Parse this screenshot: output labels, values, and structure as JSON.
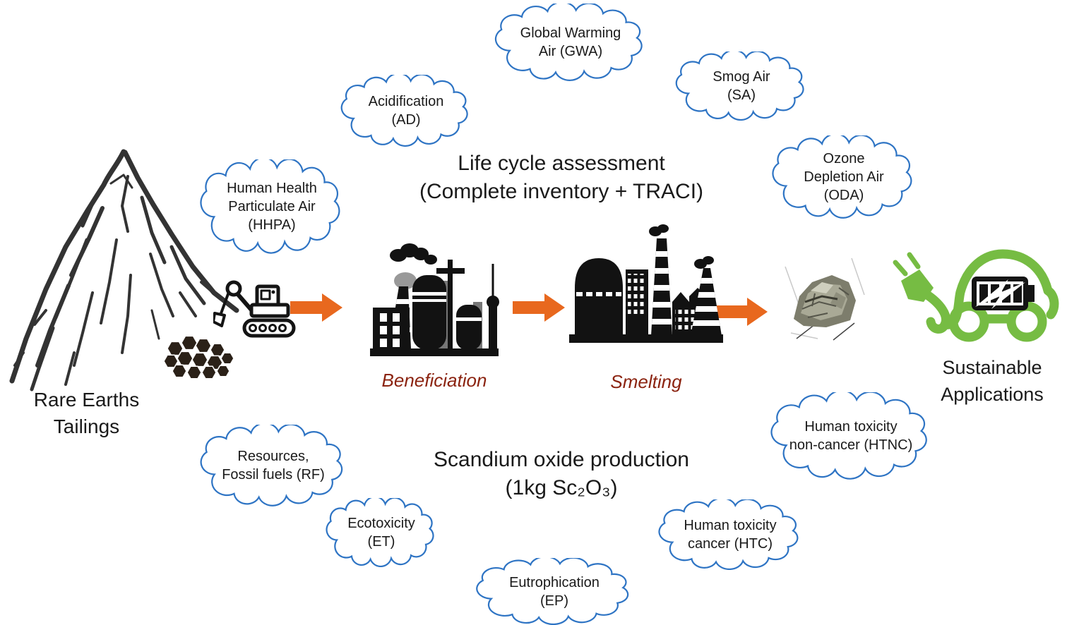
{
  "figure": {
    "title_line1": "Life cycle assessment",
    "title_line2": "(Complete inventory + TRACI)",
    "production_line1": "Scandium oxide production",
    "production_line2": "(1kg Sc₂O₃)"
  },
  "source_label": {
    "line1": "Rare Earths",
    "line2": "Tailings"
  },
  "stage_labels": {
    "beneficiation": "Beneficiation",
    "smelting": "Smelting"
  },
  "destination_label": {
    "line1": "Sustainable",
    "line2": "Applications"
  },
  "impact_clouds": {
    "gwa": {
      "line1": "Global Warming",
      "line2": "Air (GWA)"
    },
    "sa": {
      "line1": "Smog Air",
      "line2": "(SA)"
    },
    "ad": {
      "line1": "Acidification",
      "line2": "(AD)"
    },
    "oda": {
      "line1": "Ozone",
      "line2": "Depletion Air",
      "line3": "(ODA)"
    },
    "hhpa": {
      "line1": "Human Health",
      "line2": "Particulate Air",
      "line3": "(HHPA)"
    },
    "rf": {
      "line1": "Resources,",
      "line2": "Fossil fuels (RF)"
    },
    "et": {
      "line1": "Ecotoxicity",
      "line2": "(ET)"
    },
    "ep": {
      "line1": "Eutrophication",
      "line2": "(EP)"
    },
    "htc": {
      "line1": "Human toxicity",
      "line2": "cancer (HTC)"
    },
    "htnc": {
      "line1": "Human toxicity",
      "line2": "non-cancer (HTNC)"
    }
  },
  "icons": {
    "mountain": "mountain-sketch-icon",
    "excavator": "excavator-icon",
    "ore_pile": "ore-pile-icon",
    "beneficiation_plant": "factory-icon",
    "smelting_plant": "factory-icon",
    "scandium_sample": "mineral-sample-image",
    "electric_car": "electric-car-icon",
    "plug": "charging-plug-icon",
    "battery": "battery-icon",
    "flow_arrow": "right-block-arrow-icon"
  },
  "colors": {
    "cloud_stroke": "#2E74C4",
    "arrow": "#E8681E",
    "stage_label": "#8B2310",
    "car_green": "#76BC43",
    "ink": "#1A1A1A"
  }
}
